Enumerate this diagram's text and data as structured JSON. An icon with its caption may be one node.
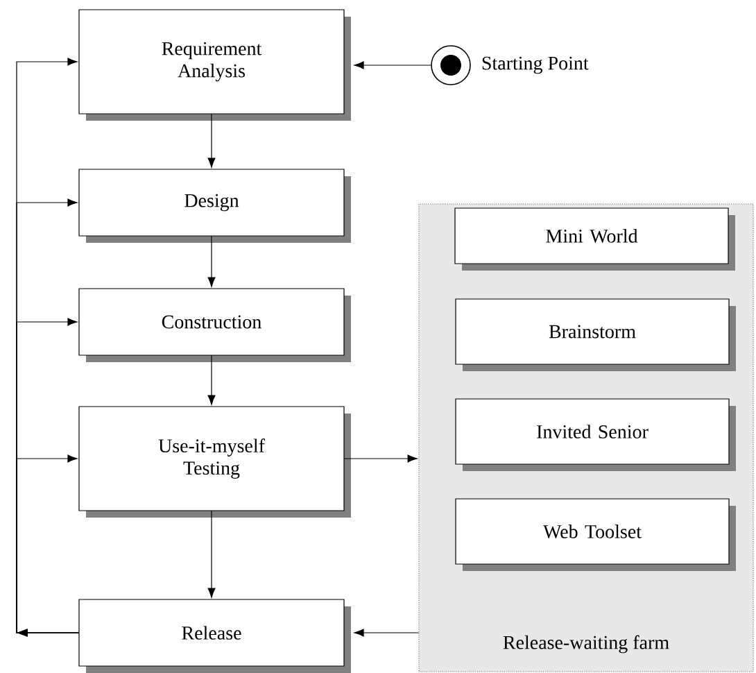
{
  "diagram": {
    "nodes": [
      {
        "text": [
          "Requirement Analysis"
        ]
      },
      {
        "text": [
          "Design"
        ]
      },
      {
        "text": [
          "Construction"
        ]
      },
      {
        "text": [
          "Use-it-myself Testing"
        ]
      },
      {
        "text": [
          "Release"
        ]
      },
      {
        "text": [],
        "shape": "circle",
        "beside": [
          "Starting Point"
        ]
      },
      {
        "text": [
          "Release-waiting farm"
        ]
      },
      {
        "text": [
          "Mini World"
        ],
        "in": 6
      },
      {
        "text": [
          "Brainstorm"
        ],
        "in": 6
      },
      {
        "text": [
          "Invited Senior"
        ],
        "in": 6
      },
      {
        "text": [
          "Web Toolset"
        ],
        "in": 6
      }
    ],
    "edges": [
      {
        "from": 0,
        "to": 1,
        "arrow": "to"
      },
      {
        "from": 1,
        "to": 2,
        "arrow": "to"
      },
      {
        "from": 2,
        "to": 3,
        "arrow": "to"
      },
      {
        "from": 3,
        "to": 4,
        "arrow": "to"
      },
      {
        "from": 5,
        "to": 0,
        "arrow": "to"
      },
      {
        "from": 3,
        "to": 6,
        "arrow": "to"
      },
      {
        "from": 6,
        "to": 4,
        "arrow": "to"
      },
      {
        "from": 4,
        "to": 0,
        "arrow": "to"
      },
      {
        "from": 4,
        "to": 1,
        "arrow": "to"
      },
      {
        "from": 4,
        "to": 2,
        "arrow": "to"
      },
      {
        "from": 4,
        "to": 3,
        "arrow": "to"
      }
    ]
  }
}
